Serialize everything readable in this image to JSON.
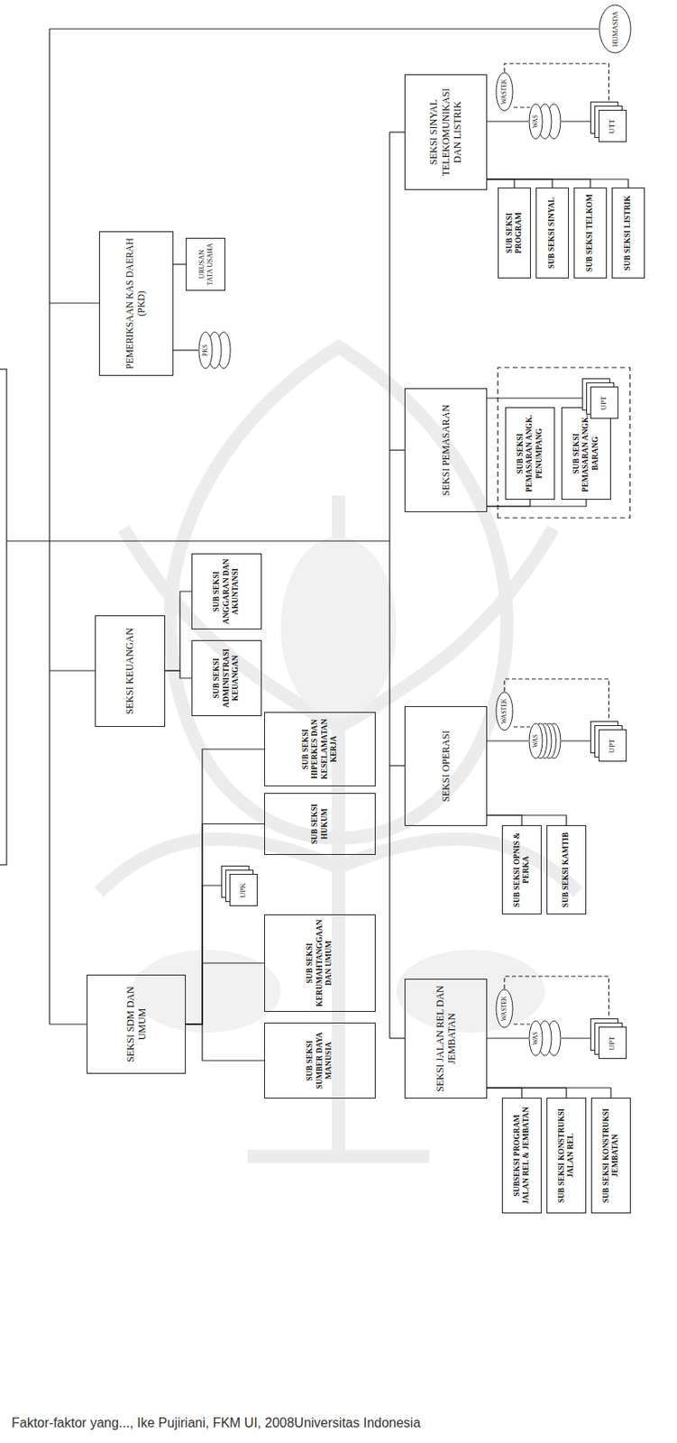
{
  "diagram": {
    "nodes": [
      {
        "text": [
          "HUMASDA"
        ]
      },
      {
        "text": [
          "PEMERIKSAAN KAS DAERAH (PKD)"
        ]
      },
      {
        "text": [
          "URUSAN TATA USAHA"
        ]
      },
      {
        "text": [
          "PKS"
        ]
      },
      {
        "text": [
          "SEKSI KEUANGAN"
        ]
      },
      {
        "text": [
          "SUB SEKSI ADMINISTRASI KEUANGAN"
        ]
      },
      {
        "text": [
          "SUB SEKSI ANGGARAN DAN AKUNTANSI"
        ]
      },
      {
        "text": [
          "SEKSI SDM DAN UMUM"
        ]
      },
      {
        "text": [
          "SUB SEKSI SUMBER DAYA MANUSIA"
        ]
      },
      {
        "text": [
          "SUB SEKSI KERUMAHTANGGAAN DAN UMUM"
        ]
      },
      {
        "text": [
          "UPK"
        ]
      },
      {
        "text": [
          "SUB SEKSI HUKUM"
        ]
      },
      {
        "text": [
          "SUB SEKSI HIPERKES DAN KESELAMATAN KERJA"
        ]
      },
      {
        "text": [
          "SEKSI SINYAL TELEKOMUNIKASI DAN LISTRIK"
        ]
      },
      {
        "text": [
          "SUB SEKSI PROGRAM"
        ]
      },
      {
        "text": [
          "SUB SEKSI SINYAL"
        ]
      },
      {
        "text": [
          "SUB SEKSI TELKOM"
        ]
      },
      {
        "text": [
          "SUB SEKSI LISTRIK"
        ]
      },
      {
        "text": [
          "WASTEK"
        ]
      },
      {
        "text": [
          "WAS"
        ]
      },
      {
        "text": [
          "UTT"
        ]
      },
      {
        "text": [
          "SEKSI PEMASARAN"
        ]
      },
      {
        "text": [
          "SUB SEKSI PEMASARAN ANGK. PENUMPANG"
        ]
      },
      {
        "text": [
          "SUB SEKSI PEMASARAN ANGK. BARANG"
        ]
      },
      {
        "text": [
          "UPT"
        ]
      },
      {
        "text": [
          "SEKSI OPERASI"
        ]
      },
      {
        "text": [
          "SUB SEKSI OPNIS & PERKA"
        ]
      },
      {
        "text": [
          "SUB SEKSI KAMTIB"
        ]
      },
      {
        "text": [
          "WASTEK"
        ]
      },
      {
        "text": [
          "WAS"
        ]
      },
      {
        "text": [
          "UPT"
        ]
      },
      {
        "text": [
          "SEKSI JALAN REL DAN JEMBATAN"
        ]
      },
      {
        "text": [
          "SUBSEKSI PROGRAM JALAN REL & JEMBATAN"
        ]
      },
      {
        "text": [
          "SUB SEKSI KONSTRUKSI JALAN REL"
        ]
      },
      {
        "text": [
          "SUB SEKSI KONSTRUKSI JEMBATAN"
        ]
      },
      {
        "text": [
          "WASTEK"
        ]
      },
      {
        "text": [
          "WAS"
        ]
      },
      {
        "text": [
          "UPT"
        ]
      }
    ],
    "edges": [
      {
        "from": 1,
        "to": 2,
        "arrow": "none"
      },
      {
        "from": 1,
        "to": 3,
        "arrow": "none"
      },
      {
        "from": 4,
        "to": 5,
        "arrow": "none"
      },
      {
        "from": 4,
        "to": 6,
        "arrow": "none"
      },
      {
        "from": 7,
        "to": 8,
        "arrow": "none"
      },
      {
        "from": 7,
        "to": 9,
        "arrow": "none"
      },
      {
        "from": 7,
        "to": 10,
        "arrow": "none"
      },
      {
        "from": 7,
        "to": 11,
        "arrow": "none"
      },
      {
        "from": 7,
        "to": 12,
        "arrow": "none"
      },
      {
        "from": 13,
        "to": 14,
        "arrow": "none"
      },
      {
        "from": 13,
        "to": 15,
        "arrow": "none"
      },
      {
        "from": 13,
        "to": 16,
        "arrow": "none"
      },
      {
        "from": 13,
        "to": 17,
        "arrow": "none"
      },
      {
        "from": 13,
        "to": 19,
        "arrow": "none"
      },
      {
        "from": 19,
        "to": 20,
        "arrow": "none"
      },
      {
        "from": 18,
        "to": 19,
        "arrow": "none"
      },
      {
        "from": 18,
        "to": 20,
        "arrow": "none"
      },
      {
        "from": 21,
        "to": 22,
        "arrow": "none"
      },
      {
        "from": 21,
        "to": 23,
        "arrow": "none"
      },
      {
        "from": 21,
        "to": 24,
        "arrow": "none"
      },
      {
        "from": 25,
        "to": 26,
        "arrow": "none"
      },
      {
        "from": 25,
        "to": 27,
        "arrow": "none"
      },
      {
        "from": 25,
        "to": 29,
        "arrow": "none"
      },
      {
        "from": 29,
        "to": 30,
        "arrow": "none"
      },
      {
        "from": 28,
        "to": 29,
        "arrow": "none"
      },
      {
        "from": 28,
        "to": 30,
        "arrow": "none"
      },
      {
        "from": 31,
        "to": 32,
        "arrow": "none"
      },
      {
        "from": 31,
        "to": 33,
        "arrow": "none"
      },
      {
        "from": 31,
        "to": 34,
        "arrow": "none"
      },
      {
        "from": 31,
        "to": 36,
        "arrow": "none"
      },
      {
        "from": 36,
        "to": 37,
        "arrow": "none"
      },
      {
        "from": 35,
        "to": 36,
        "arrow": "none"
      },
      {
        "from": 35,
        "to": 37,
        "arrow": "none"
      }
    ],
    "labels": [
      "Faktor-faktor yang..., Ike Pujiriani, FKM UI, 2008Universitas Indonesia"
    ]
  }
}
